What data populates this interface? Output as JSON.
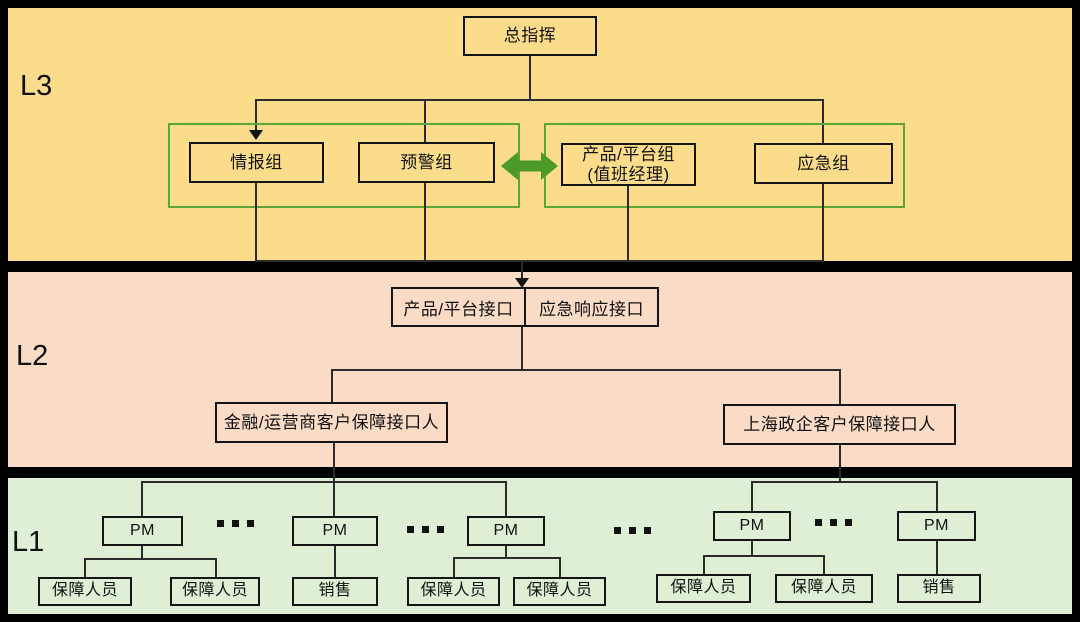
{
  "labels": {
    "l3": "L3",
    "l2": "L2",
    "l1": "L1"
  },
  "l3": {
    "commander": "总指挥",
    "intel_group": "情报组",
    "warning_group": "预警组",
    "product_group_line1": "产品/平台组",
    "product_group_line2": "(值班经理)",
    "emergency_group": "应急组"
  },
  "l2": {
    "interface_product": "产品/平台接口",
    "interface_emergency": "应急响应接口",
    "finance_contact": "金融/运营商客户保障接口人",
    "shanghai_contact": "上海政企客户保障接口人"
  },
  "l1": {
    "groups": [
      {
        "pm": "PM",
        "children": [
          "保障人员",
          "保障人员"
        ]
      },
      {
        "pm": "PM",
        "children": [
          "销售"
        ]
      },
      {
        "pm": "PM",
        "children": [
          "保障人员",
          "保障人员"
        ]
      },
      {
        "pm": "PM",
        "children": [
          "保障人员",
          "保障人员"
        ]
      },
      {
        "pm": "PM",
        "children": [
          "销售"
        ]
      }
    ],
    "ellipsis": "..."
  },
  "colors": {
    "l3_bg": "#FADC8B",
    "l2_bg": "#F9DBC6",
    "l1_bg": "#DFEFD6",
    "container_stroke": "#5CA437",
    "arrow_green": "#4D9A2B",
    "line": "#2B2B2B",
    "frame": "#000000"
  }
}
